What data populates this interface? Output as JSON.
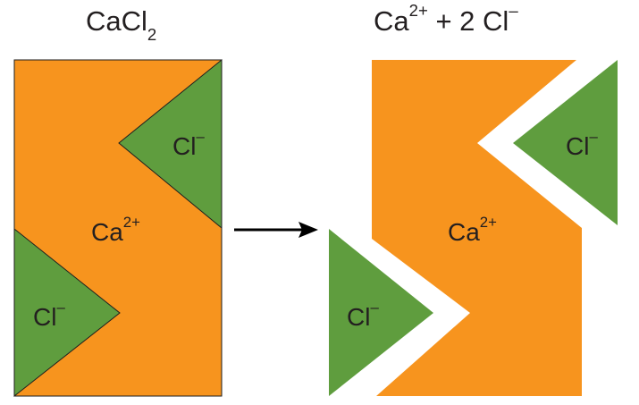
{
  "titles": {
    "reactant": {
      "formula": "CaCl",
      "subscript": "2"
    },
    "products": {
      "cation": "Ca",
      "cation_charge": "2+",
      "rest": " + 2 Cl",
      "anion_charge": "–"
    }
  },
  "labels": {
    "calcium": {
      "symbol": "Ca",
      "charge": "2+"
    },
    "chloride": {
      "symbol": "Cl",
      "charge": "–"
    }
  },
  "colors": {
    "calcium_fill": "#f7941e",
    "chloride_fill": "#5f9d3e",
    "arrow": "#000000",
    "outline": "#1e1e1e",
    "text": "#231f20"
  }
}
